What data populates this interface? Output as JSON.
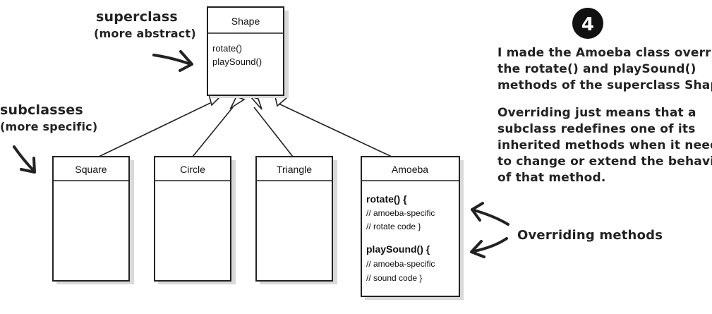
{
  "badge": {
    "number": "4"
  },
  "labels": {
    "superclass": [
      "superclass",
      "(more abstract)"
    ],
    "subclasses": [
      "subclasses",
      "(more specific)"
    ],
    "overriding": "Overriding methods"
  },
  "notes": {
    "paragraph1": [
      "I made the Amoeba class override",
      "the rotate() and playSound()",
      "methods of the superclass Shape."
    ],
    "paragraph2": [
      "Overriding just means that a",
      "subclass redefines one of its",
      "inherited methods when it needs",
      "to change or extend the behavior",
      "of that method."
    ]
  },
  "classes": {
    "shape": {
      "name": "Shape",
      "methods": [
        "rotate()",
        "playSound()"
      ]
    },
    "square": {
      "name": "Square"
    },
    "circle": {
      "name": "Circle"
    },
    "triangle": {
      "name": "Triangle"
    },
    "amoeba": {
      "name": "Amoeba",
      "rotate_sig": "rotate() {",
      "rotate_body": [
        "// amoeba-specific",
        "// rotate code  }"
      ],
      "playsound_sig": "playSound() {",
      "playsound_body": [
        "// amoeba-specific",
        "// sound code  }"
      ]
    }
  }
}
